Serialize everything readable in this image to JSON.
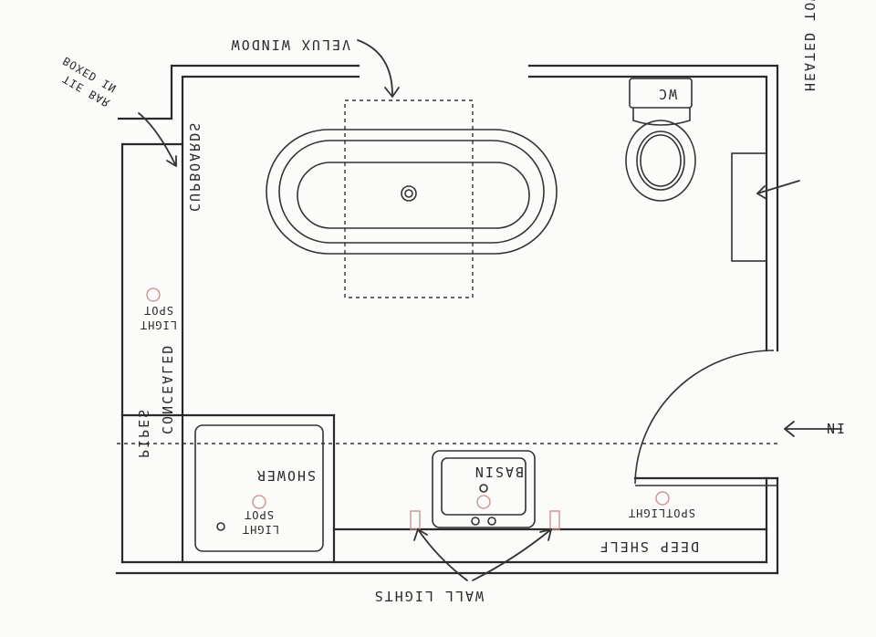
{
  "labels": {
    "velux_window": "VELUX WINDOW",
    "boxed_in": "BOXED IN",
    "tie_bar": "TIE BAR",
    "wc": "WC",
    "heated_towel_rail": "HEATED TOWEL RAIL",
    "cupboards": "CUPBOARDS",
    "spot": "SPOT",
    "light": "LIGHT",
    "spotlight": "SPOTLIGHT",
    "in": "IN",
    "shower": "SHOWER",
    "basin": "BASIN",
    "pipes": "PIPES",
    "concealed": "CONCEALED",
    "deep_shelf": "DEEP SHELF",
    "wall_lights": "WALL LIGHTS"
  },
  "colors": {
    "ink": "#2a2a2a",
    "light_marker": "#c98a8a",
    "paper": "#fbfbf9"
  }
}
